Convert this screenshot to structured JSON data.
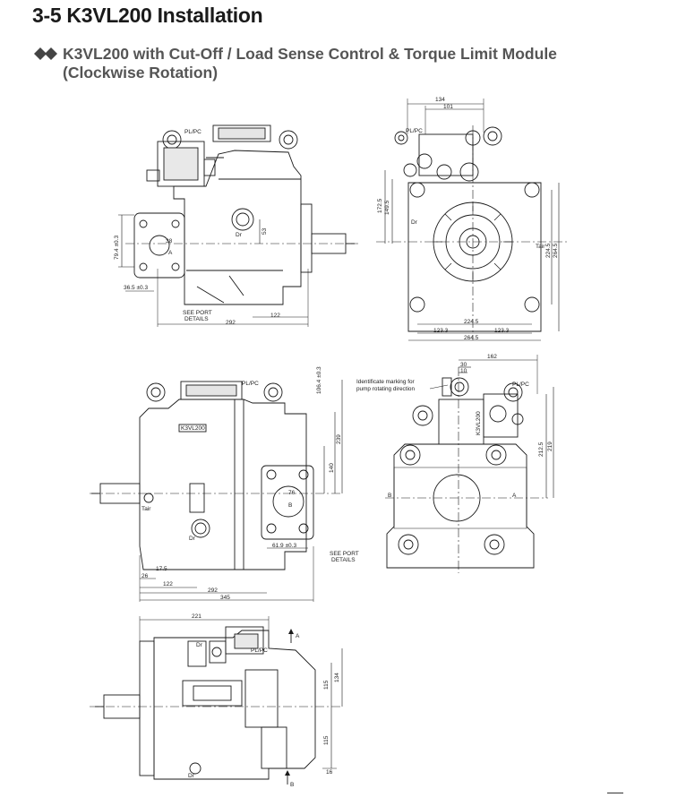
{
  "page": {
    "heading": "3-5 K3VL200 Installation",
    "subheading_line1": "K3VL200 with Cut-Off / Load Sense Control & Torque Limit Module",
    "subheading_line2": "(Clockwise Rotation)"
  },
  "colors": {
    "ink": "#1a1a1a",
    "subheading": "#555555",
    "diamond": "#444444"
  },
  "view_top_left": {
    "labels": {
      "pl_pc": "PL/PC",
      "a": "A",
      "dr": "Dr",
      "see_port": "SEE PORT",
      "details": "DETAILS"
    },
    "dims": {
      "d79": "79.4 ±0.3",
      "d36": "36.5 ±0.3",
      "d292": "292",
      "d122": "122",
      "d53": "53",
      "d38": "38"
    }
  },
  "view_top_right": {
    "labels": {
      "pl_pc": "PL/PC",
      "dr": "Dr",
      "tair": "Tair"
    },
    "dims": {
      "d134": "134",
      "d101": "101",
      "d172": "172.5",
      "d149": "149.5",
      "d224v": "224.5",
      "d264v": "264.5",
      "d224h": "224.5",
      "d123a": "123.3",
      "d123b": "123.3",
      "d264h": "264.5"
    }
  },
  "view_mid_left": {
    "labels": {
      "model": "K3VL200",
      "pl_pc": "PL/PC",
      "tair": "Tair",
      "dr": "Dr",
      "b": "B",
      "see_port": "SEE PORT",
      "details": "DETAILS"
    },
    "dims": {
      "d106": "106.4 ±0.3",
      "d239": "239",
      "d140": "140",
      "d76": "76",
      "d61": "61.9 ±0.3",
      "d17": "17.5",
      "d26": "26",
      "d122": "122",
      "d292": "292",
      "d345": "345"
    }
  },
  "view_mid_right": {
    "labels": {
      "marking1": "Identificate marking for",
      "marking2": "pump rotating direction",
      "pl_pc": "PL/PC",
      "model": "K3VL200",
      "a": "A",
      "b": "B"
    },
    "dims": {
      "d162": "162",
      "d30": "30",
      "d10": "10",
      "d212": "212.5",
      "d219": "219"
    }
  },
  "view_bottom": {
    "labels": {
      "dr_top": "Dr",
      "pl_pc": "PL/PC",
      "a": "A",
      "b": "B",
      "dr_bottom": "Dr"
    },
    "dims": {
      "d221": "221",
      "d134": "134",
      "d115a": "115",
      "d115b": "115",
      "d16": "16"
    }
  }
}
